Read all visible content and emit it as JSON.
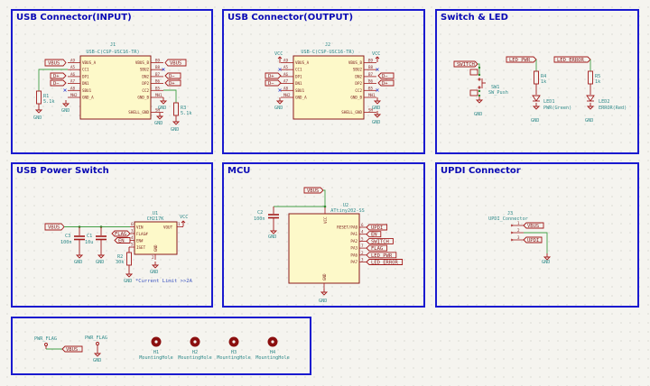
{
  "sheets": {
    "usb_in": {
      "title": "USB Connector(INPUT)",
      "ref": "J1",
      "value": "USB-C(CSP-USC16-TR)",
      "left_pins": [
        {
          "num": "A9",
          "name": "VBUS_A"
        },
        {
          "num": "A5",
          "name": "CC1"
        },
        {
          "num": "A6",
          "name": "DP1"
        },
        {
          "num": "A7",
          "name": "DN1"
        },
        {
          "num": "A8",
          "name": "SBU1"
        },
        {
          "num": "MH2",
          "name": "GND_A"
        }
      ],
      "right_pins": [
        {
          "num": "B9",
          "name": "VBUS_B"
        },
        {
          "num": "B8",
          "name": "SBU2"
        },
        {
          "num": "B7",
          "name": "DN2"
        },
        {
          "num": "B6",
          "name": "DP2"
        },
        {
          "num": "B5",
          "name": "CC2"
        },
        {
          "num": "MH1",
          "name": "GND_B"
        },
        {
          "num": "SH",
          "name": "SHELL_GND"
        }
      ],
      "labels": {
        "vbus_l": "VBUS",
        "dp_l": "D+",
        "dm_l": "D−",
        "vbus_r": "VBUS",
        "dm_r": "D−",
        "dp_r": "D+"
      },
      "r1": {
        "ref": "R1",
        "value": "5.1k"
      },
      "r3": {
        "ref": "R3",
        "value": "5.1k"
      },
      "gnd": "GND"
    },
    "usb_out": {
      "title": "USB Connector(OUTPUT)",
      "ref": "J2",
      "value": "USB-C(CSP-USC16-TR)",
      "vcc": "VCC",
      "labels": {
        "dp_l": "D+",
        "dm_l": "D−",
        "dm_r": "D−",
        "dp_r": "D+"
      },
      "gnd": "GND"
    },
    "switch_led": {
      "title": "Switch & LED",
      "switch_label": "SWITCH",
      "sw": {
        "ref": "SW1",
        "value": "SW_Push"
      },
      "led_pwr_label": "LED_PWR",
      "led_err_label": "LED_ERROR",
      "r4": {
        "ref": "R4",
        "value": "1k"
      },
      "r5": {
        "ref": "R5",
        "value": "1k"
      },
      "led1": {
        "ref": "LED1",
        "value": "PWR(Green)"
      },
      "led2": {
        "ref": "LED2",
        "value": "ERROR(Red)"
      },
      "gnd": "GND"
    },
    "power_switch": {
      "title": "USB Power Switch",
      "vbus": "VBUS",
      "c3": {
        "ref": "C3",
        "value": "100n"
      },
      "c1": {
        "ref": "C1",
        "value": "10u"
      },
      "u1": {
        "ref": "U1",
        "value": "CH217K"
      },
      "pins": {
        "vin": "VIN",
        "flag": "FLAG#",
        "en": "EN#",
        "iset": "ISET",
        "vout": "VOUT",
        "gnd": "GND",
        "n6": "6",
        "n3": "3",
        "n4": "4",
        "n5": "5",
        "n1": "1",
        "n2": "2"
      },
      "flag_label": "FLAG",
      "en_label": "EN",
      "vcc": "VCC",
      "r2": {
        "ref": "R2",
        "value": "30k"
      },
      "note": "*Current Limit >>2A",
      "gnd": "GND"
    },
    "mcu": {
      "title": "MCU",
      "vbus": "VBUS",
      "c2": {
        "ref": "C2",
        "value": "100n"
      },
      "u2": {
        "ref": "U2",
        "value": "ATtiny202-SS"
      },
      "vcc_pin": "VCC",
      "gnd_pin": "GND",
      "pins": [
        {
          "num": "6",
          "name": "RESET/PA0",
          "label": "UPDI"
        },
        {
          "num": "4",
          "name": "PA1",
          "label": "EN"
        },
        {
          "num": "5",
          "name": "PA2",
          "label": "SWITCH"
        },
        {
          "num": "7",
          "name": "PA3",
          "label": "FLAG"
        },
        {
          "num": "2",
          "name": "PA6",
          "label": "LED_PWR"
        },
        {
          "num": "3",
          "name": "PA7",
          "label": "LED_ERROR"
        }
      ],
      "gnd": "GND"
    },
    "updi": {
      "title": "UPDI Connector",
      "ref": "J3",
      "value": "UPDI_Connector",
      "pins": [
        "1",
        "2",
        "3"
      ],
      "vbus": "VBUS",
      "updi": "UPDI",
      "gnd": "GND"
    },
    "misc": {
      "pwr_flag1": "PWR_FLAG",
      "pwr_flag2": "PWR_FLAG",
      "vbus": "VBUS",
      "gnd": "GND",
      "holes": [
        {
          "ref": "H1",
          "value": "MountingHole"
        },
        {
          "ref": "H2",
          "value": "MountingHole"
        },
        {
          "ref": "H3",
          "value": "MountingHole"
        },
        {
          "ref": "H4",
          "value": "MountingHole"
        }
      ]
    }
  }
}
